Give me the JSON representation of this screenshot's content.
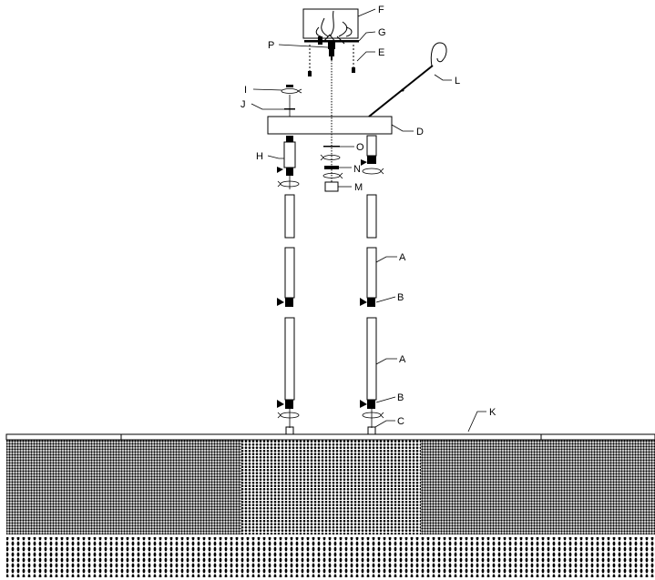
{
  "labels": {
    "F": "F",
    "G": "G",
    "P": "P",
    "E": "E",
    "L": "L",
    "I": "I",
    "J": "J",
    "D": "D",
    "O": "O",
    "H": "H",
    "N": "N",
    "M": "M",
    "A1": "A",
    "B1": "B",
    "A2": "A",
    "B2": "B",
    "K": "K",
    "C": "C"
  }
}
